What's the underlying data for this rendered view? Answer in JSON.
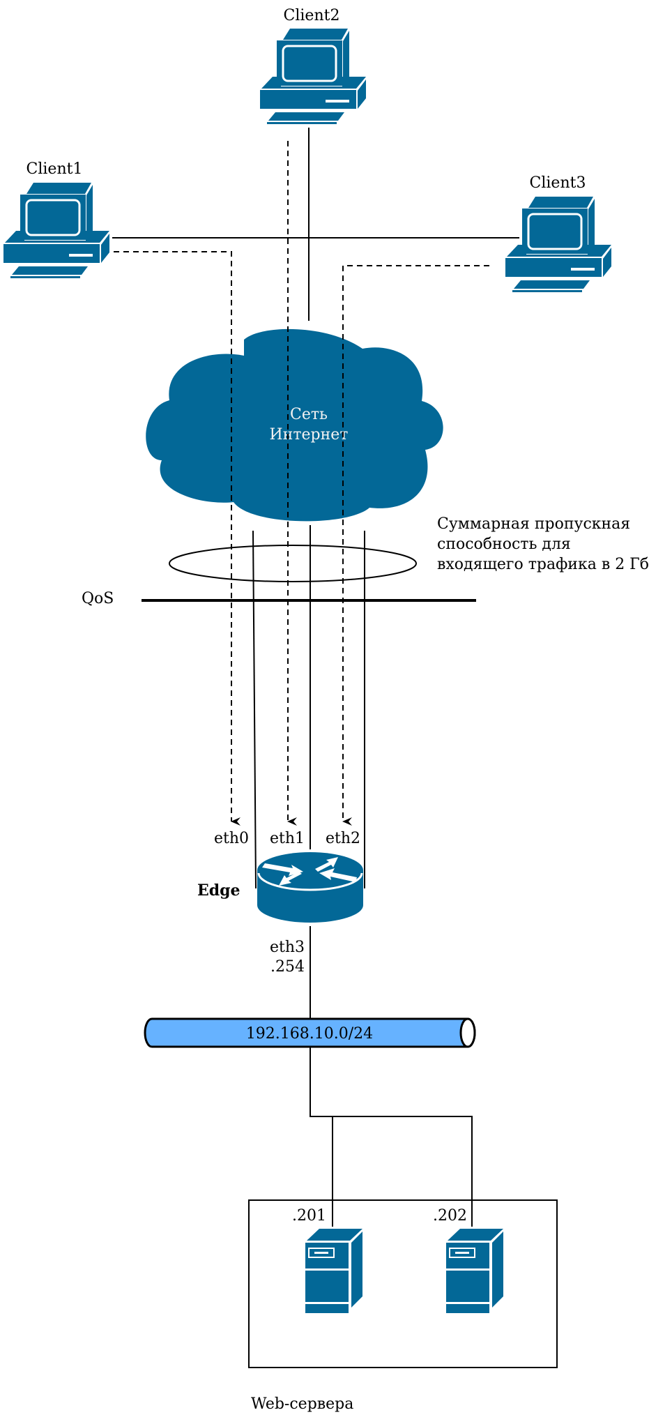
{
  "diagram": {
    "clients": [
      {
        "id": "client1",
        "label": "Client1"
      },
      {
        "id": "client2",
        "label": "Client2"
      },
      {
        "id": "client3",
        "label": "Client3"
      }
    ],
    "cloud": {
      "line1": "Сеть",
      "line2": "Интернет"
    },
    "bandwidth_note": {
      "line1": "Суммарная пропускная",
      "line2": "способность для",
      "line3": "входящего трафика в 2 Гб"
    },
    "qos_label": "QoS",
    "router": {
      "label": "Edge",
      "interfaces": [
        "eth0",
        "eth1",
        "eth2"
      ],
      "lan_interface": "eth3",
      "lan_ip": ".254"
    },
    "network": {
      "label": "192.168.10.0/24",
      "color": "#66b2ff"
    },
    "servers": {
      "group_label": "Web-сервера",
      "hosts": [
        {
          "ip": ".201"
        },
        {
          "ip": ".202"
        }
      ]
    },
    "colors": {
      "icon": "#036897",
      "line": "#000000"
    }
  }
}
